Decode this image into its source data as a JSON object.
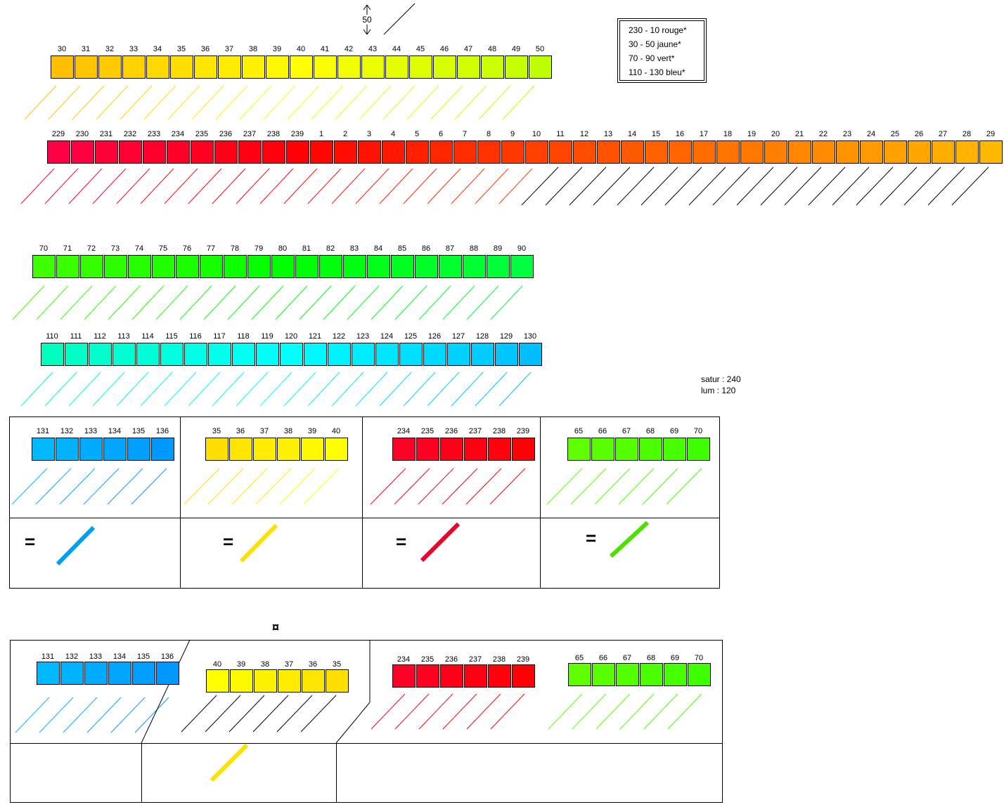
{
  "size_indicator": {
    "value": "50"
  },
  "legend": {
    "items": [
      "230 - 10 rouge*",
      "30 - 50 jaune*",
      "70 - 90 vert*",
      "110 - 130 bleu*"
    ]
  },
  "params": {
    "saturation": "satur : 240",
    "luminosity": "lum : 120"
  },
  "transform_symbol": "¤",
  "equals": "=",
  "hue_rows": [
    {
      "id": "jaune-30-50",
      "hues": [
        30,
        31,
        32,
        33,
        34,
        35,
        36,
        37,
        38,
        39,
        40,
        41,
        42,
        43,
        44,
        45,
        46,
        47,
        48,
        49,
        50
      ]
    },
    {
      "id": "rouge-229-29",
      "hues": [
        229,
        230,
        231,
        232,
        233,
        234,
        235,
        236,
        237,
        238,
        239,
        1,
        2,
        3,
        4,
        5,
        6,
        7,
        8,
        9,
        10,
        11,
        12,
        13,
        14,
        15,
        16,
        17,
        18,
        19,
        20,
        21,
        22,
        23,
        24,
        25,
        26,
        27,
        28,
        29
      ],
      "hatch_black_from": 21
    },
    {
      "id": "vert-70-90",
      "hues": [
        70,
        71,
        72,
        73,
        74,
        75,
        76,
        77,
        78,
        79,
        80,
        81,
        82,
        83,
        84,
        85,
        86,
        87,
        88,
        89,
        90
      ]
    },
    {
      "id": "bleu-110-130",
      "hues": [
        110,
        111,
        112,
        113,
        114,
        115,
        116,
        117,
        118,
        119,
        120,
        121,
        122,
        123,
        124,
        125,
        126,
        127,
        128,
        129,
        130
      ]
    }
  ],
  "table1": {
    "cells": [
      {
        "id": "bleu",
        "hues": [
          131,
          132,
          133,
          134,
          135,
          136
        ],
        "line_color": "#00a0f0"
      },
      {
        "id": "jaune",
        "hues": [
          35,
          36,
          37,
          38,
          39,
          40
        ],
        "line_color": "#ffe000"
      },
      {
        "id": "rouge",
        "hues": [
          234,
          235,
          236,
          237,
          238,
          239
        ],
        "line_color": "#f00028"
      },
      {
        "id": "vert",
        "hues": [
          65,
          66,
          67,
          68,
          69,
          70
        ],
        "line_color": "#4ce000"
      }
    ]
  },
  "table2": {
    "cells": [
      {
        "id": "bleu",
        "hues": [
          131,
          132,
          133,
          134,
          135,
          136
        ]
      },
      {
        "id": "jaune-inverse",
        "hues": [
          40,
          39,
          38,
          37,
          36,
          35
        ],
        "hatch": "black"
      },
      {
        "id": "rouge",
        "hues": [
          234,
          235,
          236,
          237,
          238,
          239
        ]
      },
      {
        "id": "vert",
        "hues": [
          65,
          66,
          67,
          68,
          69,
          70
        ]
      }
    ],
    "line_color": "#ffe000"
  }
}
